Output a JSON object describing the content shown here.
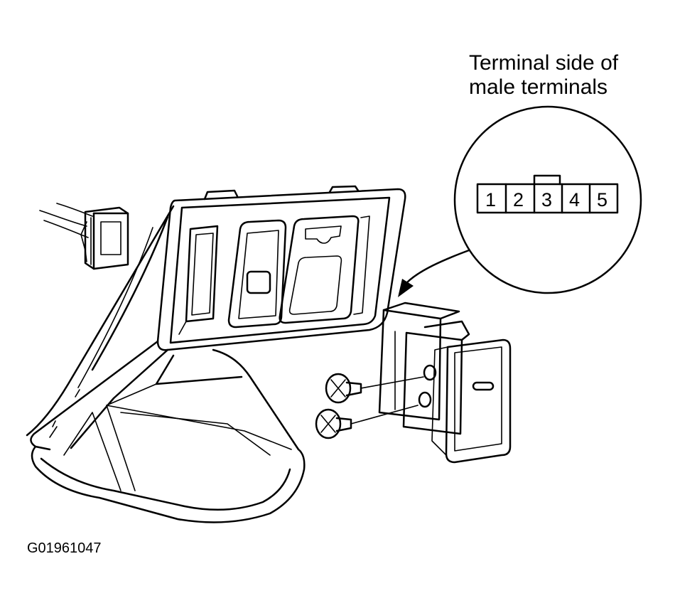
{
  "callout": {
    "line1": "Terminal side of",
    "line2": "male terminals"
  },
  "terminals": [
    "1",
    "2",
    "3",
    "4",
    "5"
  ],
  "figure_id": "G01961047",
  "colors": {
    "ink": "#000000",
    "paper": "#ffffff"
  }
}
